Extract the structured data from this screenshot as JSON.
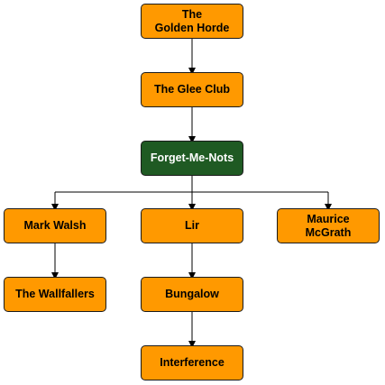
{
  "colors": {
    "node_fill": "#ff9900",
    "highlight_fill": "#1f5a23",
    "highlight_text": "#ffffff",
    "border": "#1a1a1a",
    "line": "#000000"
  },
  "nodes": [
    {
      "id": "golden-horde",
      "label": "The\nGolden Horde"
    },
    {
      "id": "glee-club",
      "label": "The Glee Club"
    },
    {
      "id": "forget-me-nots",
      "label": "Forget-Me-Nots"
    },
    {
      "id": "mark-walsh",
      "label": "Mark Walsh"
    },
    {
      "id": "lir",
      "label": "Lir"
    },
    {
      "id": "maurice-mcgrath",
      "label": "Maurice\nMcGrath"
    },
    {
      "id": "wallfallers",
      "label": "The Wallfallers"
    },
    {
      "id": "bungalow",
      "label": "Bungalow"
    },
    {
      "id": "interference",
      "label": "Interference"
    }
  ],
  "edges": [
    {
      "from": "golden-horde",
      "to": "glee-club"
    },
    {
      "from": "glee-club",
      "to": "forget-me-nots"
    },
    {
      "from": "forget-me-nots",
      "to": "mark-walsh"
    },
    {
      "from": "forget-me-nots",
      "to": "lir"
    },
    {
      "from": "forget-me-nots",
      "to": "maurice-mcgrath"
    },
    {
      "from": "mark-walsh",
      "to": "wallfallers"
    },
    {
      "from": "lir",
      "to": "bungalow"
    },
    {
      "from": "bungalow",
      "to": "interference"
    }
  ]
}
